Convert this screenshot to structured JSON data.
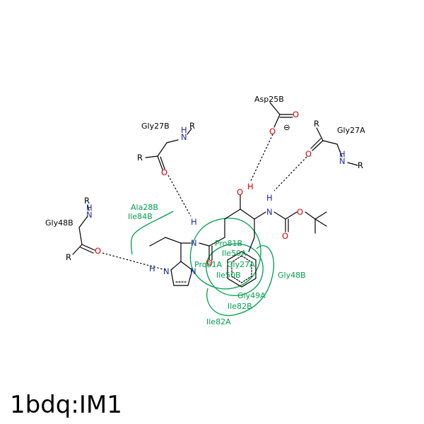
{
  "title": "1bdq:IM1",
  "colors": {
    "bond": "#000000",
    "nitrogen": "#1f2a9e",
    "oxygen": "#e00000",
    "hydrogen": "#1f2a9e",
    "hydrophobic": "#009e4e",
    "background": "#ffffff"
  },
  "residues": {
    "asp25b": "Asp25B",
    "gly27b": "Gly27B",
    "gly27a": "Gly27A",
    "gly48b_left": "Gly48B",
    "gly48b_right": "Gly48B",
    "ala28b": "Ala28B",
    "ile84b": "Ile84B",
    "pro81b": "Pro81B",
    "ile50a": "Ile50A",
    "pro81a": "Pro81A",
    "gly27a_inner": "Gly27A",
    "ile50b": "Ile50B",
    "gly49a": "Gly49A",
    "ile82b": "Ile82B",
    "ile82a": "Ile82A"
  },
  "atoms": {
    "n": "N",
    "o": "O",
    "h": "H",
    "r": "R",
    "charge": "⊖"
  }
}
